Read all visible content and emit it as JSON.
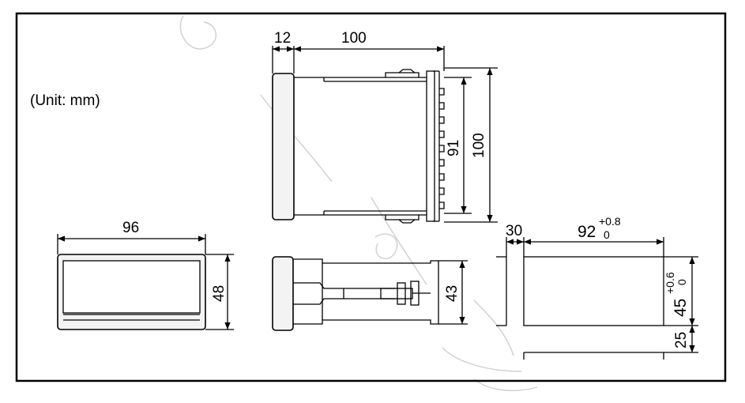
{
  "unit_note": "(Unit: mm)",
  "dimensions": {
    "side_depth_front": "12",
    "side_depth_body": "100",
    "side_height_inner": "91",
    "side_height_outer": "100",
    "front_width": "96",
    "front_height": "48",
    "top_height": "43",
    "cutout_gap_h": "30",
    "cutout_width": "92",
    "cutout_width_tol_upper": "+0.8",
    "cutout_width_tol_lower": "0",
    "cutout_height": "45",
    "cutout_height_tol_upper": "+0.6",
    "cutout_height_tol_lower": "0",
    "cutout_gap_v": "25"
  },
  "colors": {
    "line": "#000000",
    "bezel_fill": "#f3f3f3",
    "watermark": "#c9c9c9"
  }
}
